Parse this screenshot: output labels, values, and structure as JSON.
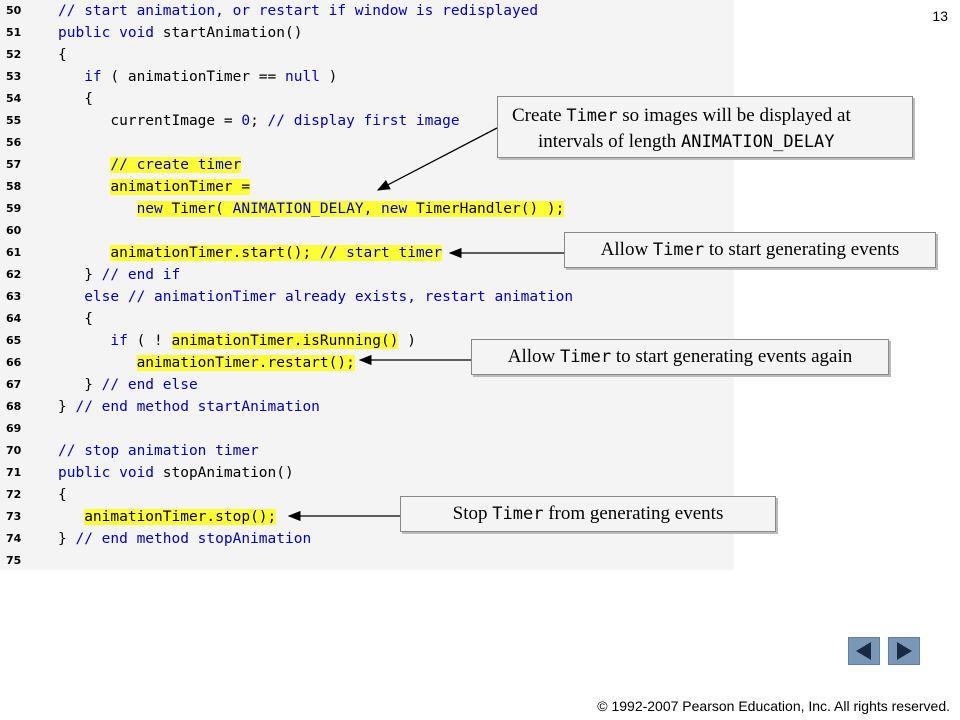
{
  "slide_number": "13",
  "copyright": "© 1992-2007 Pearson Education, Inc.  All rights reserved.",
  "code_lines": [
    {
      "num": "50",
      "tokens": [
        {
          "t": "// start animation, or restart if window is redisplayed",
          "c": "c"
        }
      ]
    },
    {
      "num": "51",
      "tokens": [
        {
          "t": "public void ",
          "c": "k"
        },
        {
          "t": "startAnimation()",
          "c": "p"
        }
      ]
    },
    {
      "num": "52",
      "tokens": [
        {
          "t": "{",
          "c": "p"
        }
      ]
    },
    {
      "num": "53",
      "tokens": [
        {
          "t": "   if ",
          "c": "k"
        },
        {
          "t": "( animationTimer == ",
          "c": "p"
        },
        {
          "t": "null",
          "c": "k"
        },
        {
          "t": " )",
          "c": "p"
        }
      ]
    },
    {
      "num": "54",
      "tokens": [
        {
          "t": "   {",
          "c": "p"
        }
      ]
    },
    {
      "num": "55",
      "tokens": [
        {
          "t": "      currentImage = ",
          "c": "p"
        },
        {
          "t": "0",
          "c": "n"
        },
        {
          "t": "; ",
          "c": "p"
        },
        {
          "t": "// display first image",
          "c": "c"
        }
      ]
    },
    {
      "num": "56",
      "tokens": []
    },
    {
      "num": "57",
      "tokens": [
        {
          "t": "      ",
          "c": "p"
        },
        {
          "t": "// create timer",
          "c": "c",
          "hl": true
        }
      ]
    },
    {
      "num": "58",
      "tokens": [
        {
          "t": "      ",
          "c": "p"
        },
        {
          "t": "animationTimer =",
          "c": "p",
          "hl": true
        }
      ]
    },
    {
      "num": "59",
      "tokens": [
        {
          "t": "         ",
          "c": "p"
        },
        {
          "t": "new ",
          "c": "k",
          "hl": true
        },
        {
          "t": "Timer( ",
          "c": "p",
          "hl": true
        },
        {
          "t": "ANIMATION_DELAY",
          "c": "n",
          "hl": true
        },
        {
          "t": ", ",
          "c": "p",
          "hl": true
        },
        {
          "t": "new ",
          "c": "k",
          "hl": true
        },
        {
          "t": "TimerHandler() );",
          "c": "p",
          "hl": true
        }
      ]
    },
    {
      "num": "60",
      "tokens": []
    },
    {
      "num": "61",
      "tokens": [
        {
          "t": "      ",
          "c": "p"
        },
        {
          "t": "animationTimer.start(); ",
          "c": "p",
          "hl": true
        },
        {
          "t": "// start timer",
          "c": "c",
          "hl": true
        }
      ]
    },
    {
      "num": "62",
      "tokens": [
        {
          "t": "   } ",
          "c": "p"
        },
        {
          "t": "// end if",
          "c": "c"
        }
      ]
    },
    {
      "num": "63",
      "tokens": [
        {
          "t": "   else ",
          "c": "k"
        },
        {
          "t": "// animationTimer already exists, restart animation",
          "c": "c"
        }
      ]
    },
    {
      "num": "64",
      "tokens": [
        {
          "t": "   {",
          "c": "p"
        }
      ]
    },
    {
      "num": "65",
      "tokens": [
        {
          "t": "      if ",
          "c": "k"
        },
        {
          "t": "( ! ",
          "c": "p"
        },
        {
          "t": "animationTimer.isRunning()",
          "c": "p",
          "hl": true
        },
        {
          "t": " )",
          "c": "p"
        }
      ]
    },
    {
      "num": "66",
      "tokens": [
        {
          "t": "         ",
          "c": "p"
        },
        {
          "t": "animationTimer.restart();",
          "c": "p",
          "hl": true
        }
      ]
    },
    {
      "num": "67",
      "tokens": [
        {
          "t": "   } ",
          "c": "p"
        },
        {
          "t": "// end else",
          "c": "c"
        }
      ]
    },
    {
      "num": "68",
      "tokens": [
        {
          "t": "} ",
          "c": "p"
        },
        {
          "t": "// end method startAnimation",
          "c": "c"
        }
      ]
    },
    {
      "num": "69",
      "tokens": []
    },
    {
      "num": "70",
      "tokens": [
        {
          "t": "// stop animation timer",
          "c": "c"
        }
      ]
    },
    {
      "num": "71",
      "tokens": [
        {
          "t": "public void ",
          "c": "k"
        },
        {
          "t": "stopAnimation()",
          "c": "p"
        }
      ]
    },
    {
      "num": "72",
      "tokens": [
        {
          "t": "{",
          "c": "p"
        }
      ]
    },
    {
      "num": "73",
      "tokens": [
        {
          "t": "   ",
          "c": "p"
        },
        {
          "t": "animationTimer.stop();",
          "c": "p",
          "hl": true
        }
      ]
    },
    {
      "num": "74",
      "tokens": [
        {
          "t": "} ",
          "c": "p"
        },
        {
          "t": "// end method stopAnimation",
          "c": "c"
        }
      ]
    },
    {
      "num": "75",
      "tokens": []
    }
  ],
  "callouts": {
    "create_timer": {
      "line1_a": "Create ",
      "line1_mono": "Timer",
      "line1_b": " so images will be displayed at",
      "line2_a": "intervals of length ",
      "line2_mono": "ANIMATION_DELAY"
    },
    "start_timer": {
      "a": "Allow ",
      "mono": "Timer",
      "b": " to start generating events"
    },
    "restart_timer": {
      "a": "Allow ",
      "mono": "Timer",
      "b": " to start generating events again"
    },
    "stop_timer": {
      "a": "Stop ",
      "mono": "Timer",
      "b": " from generating events"
    }
  },
  "nav": {
    "prev": "previous-slide",
    "next": "next-slide"
  },
  "colors": {
    "highlight": "#ffff33",
    "keyword": "#0000cc",
    "panel": "#f4f4f4",
    "nav": "#7b97b8"
  }
}
